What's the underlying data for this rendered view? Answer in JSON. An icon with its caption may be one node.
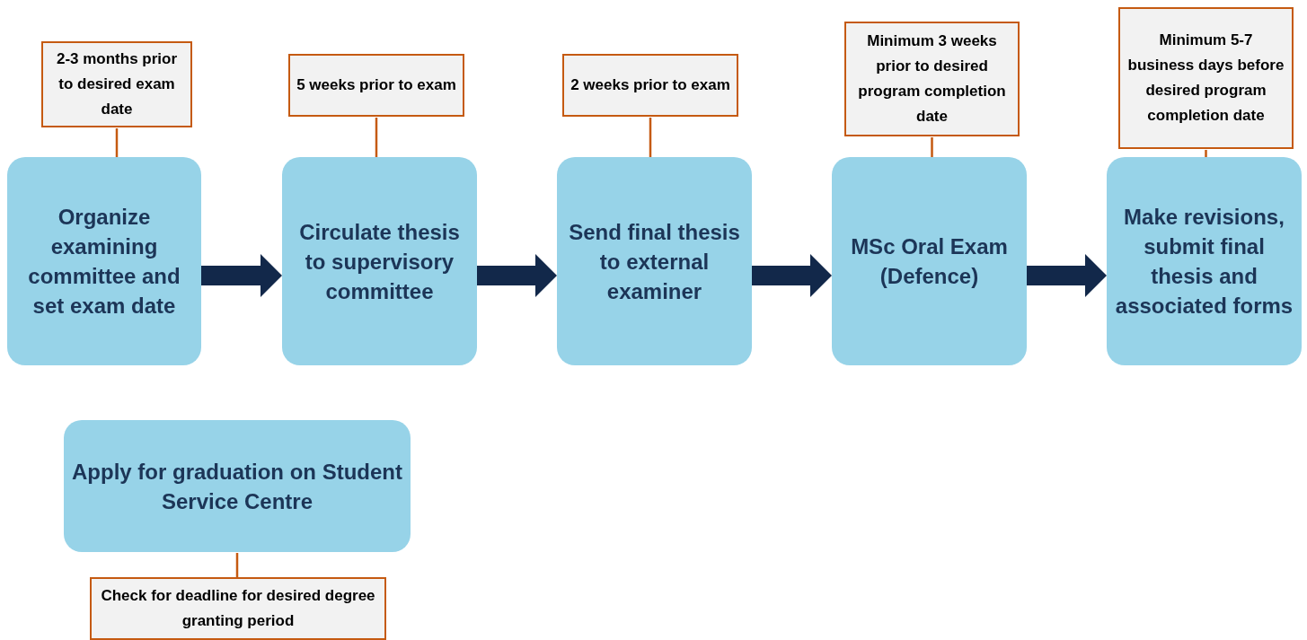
{
  "diagram": {
    "nodes": [
      {
        "text": [
          "2-3 months prior to desired exam date"
        ]
      },
      {
        "text": [
          "Organize examining committee and set exam date"
        ]
      },
      {
        "text": [
          "5 weeks prior to exam"
        ]
      },
      {
        "text": [
          "Circulate thesis to supervisory committee"
        ]
      },
      {
        "text": [
          "2 weeks prior to exam"
        ]
      },
      {
        "text": [
          "Send final thesis to external examiner"
        ]
      },
      {
        "text": [
          "Minimum 3 weeks prior to desired program completion date"
        ]
      },
      {
        "text": [
          "MSc Oral Exam (Defence)"
        ]
      },
      {
        "text": [
          "Minimum 5-7 business days before desired program completion date"
        ]
      },
      {
        "text": [
          "Make revisions, submit final thesis and associated forms"
        ]
      },
      {
        "text": [
          "Apply for graduation on Student Service Centre"
        ]
      },
      {
        "text": [
          "Check for deadline for desired degree granting period"
        ]
      }
    ],
    "edges": [
      {
        "from": 0,
        "to": 1,
        "arrow": "none"
      },
      {
        "from": 2,
        "to": 3,
        "arrow": "none"
      },
      {
        "from": 4,
        "to": 5,
        "arrow": "none"
      },
      {
        "from": 6,
        "to": 7,
        "arrow": "none"
      },
      {
        "from": 8,
        "to": 9,
        "arrow": "none"
      },
      {
        "from": 10,
        "to": 11,
        "arrow": "none"
      },
      {
        "from": 1,
        "to": 3,
        "arrow": "to",
        "style": "thick",
        "color": "#12284a"
      },
      {
        "from": 3,
        "to": 5,
        "arrow": "to",
        "style": "thick",
        "color": "#12284a"
      },
      {
        "from": 5,
        "to": 7,
        "arrow": "to",
        "style": "thick",
        "color": "#12284a"
      },
      {
        "from": 7,
        "to": 9,
        "arrow": "to",
        "style": "thick",
        "color": "#12284a"
      }
    ]
  }
}
